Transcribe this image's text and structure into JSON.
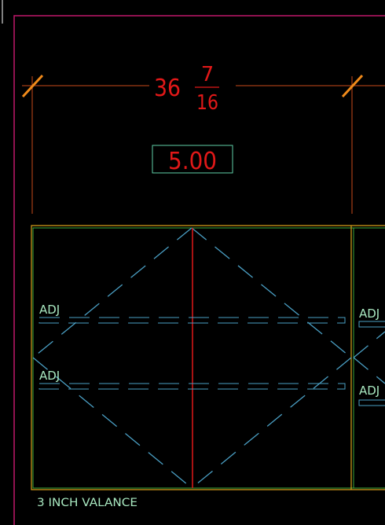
{
  "dimension": {
    "whole": "36",
    "numerator": "7",
    "denominator": "16"
  },
  "tag": {
    "value": "5.00"
  },
  "labels": {
    "adj_left_top": "ADJ",
    "adj_left_bottom": "ADJ",
    "adj_right_top": "ADJ",
    "adj_right_bottom": "ADJ",
    "valance": "3 INCH VALANCE"
  },
  "colors": {
    "background": "#000000",
    "border": "#c0186a",
    "dimension_text": "#e01818",
    "dimension_line": "#c84a1a",
    "tick": "#f08a1a",
    "tag_box": "#5fd0a8",
    "frame_outer": "#d8a11a",
    "frame_inner": "#3aa83a",
    "mullion": "#e01818",
    "dashed": "#4a9fc4",
    "label": "#a8e8c0"
  }
}
